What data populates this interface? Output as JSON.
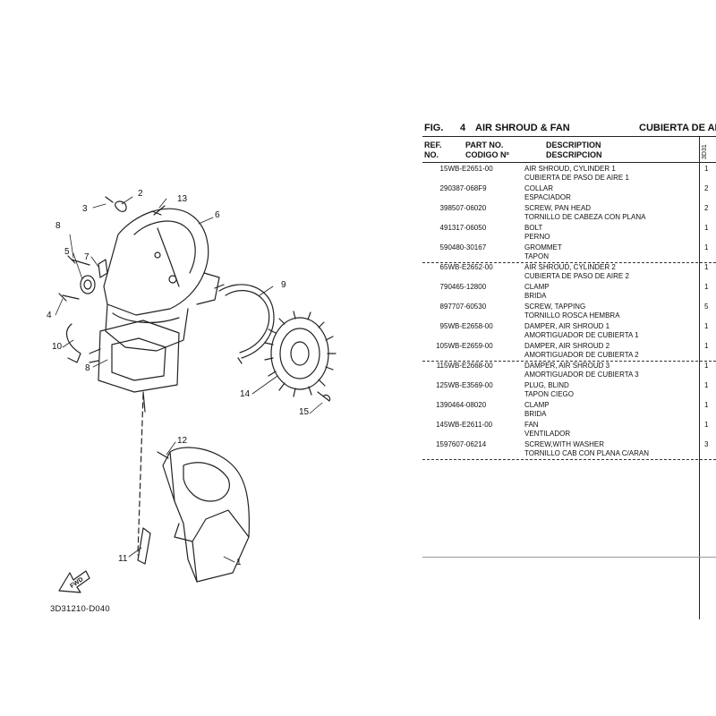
{
  "diagram": {
    "drawing_code": "3D31210-D040",
    "fwd_label": "FWD",
    "callouts": [
      "13",
      "2",
      "3",
      "6",
      "5",
      "7",
      "8",
      "9",
      "4",
      "10",
      "8",
      "14",
      "15",
      "12",
      "11",
      "1"
    ]
  },
  "figure": {
    "label": "FIG.",
    "number": "4",
    "title_en": "AIR SHROUD & FAN",
    "title_es": "CUBIERTA DE AI"
  },
  "table_header": {
    "ref_1": "REF.",
    "ref_2": "NO.",
    "part_1": "PART NO.",
    "part_2": "CODIGO Nº",
    "desc_1": "DESCRIPTION",
    "desc_2": "DESCRIPCION",
    "code": "3D31"
  },
  "parts": [
    {
      "ref": "1",
      "part_no": "5WB-E2651-00",
      "desc_en": "AIR SHROUD, CYLINDER 1",
      "desc_es": "CUBIERTA DE PASO DE AIRE 1",
      "qty": "1"
    },
    {
      "ref": "2",
      "part_no": "90387-068F9",
      "desc_en": "COLLAR",
      "desc_es": "ESPACIADOR",
      "qty": "2"
    },
    {
      "ref": "3",
      "part_no": "98507-06020",
      "desc_en": "SCREW, PAN HEAD",
      "desc_es": "TORNILLO  DE CABEZA CON PLANA",
      "qty": "2"
    },
    {
      "ref": "4",
      "part_no": "91317-06050",
      "desc_en": "BOLT",
      "desc_es": "PERNO",
      "qty": "1"
    },
    {
      "ref": "5",
      "part_no": "90480-30167",
      "desc_en": "GROMMET",
      "desc_es": "TAPON",
      "qty": "1"
    },
    {
      "ref": "6",
      "part_no": "5WB-E2652-00",
      "desc_en": "AIR SHROUD, CYLINDER 2",
      "desc_es": "CUBIERTA DE PASO DE AIRE 2",
      "qty": "1"
    },
    {
      "ref": "7",
      "part_no": "90465-12800",
      "desc_en": "CLAMP",
      "desc_es": "BRIDA",
      "qty": "1"
    },
    {
      "ref": "8",
      "part_no": "97707-60530",
      "desc_en": "SCREW, TAPPING",
      "desc_es": "TORNILLO  ROSCA HEMBRA",
      "qty": "5"
    },
    {
      "ref": "9",
      "part_no": "5WB-E2658-00",
      "desc_en": "DAMPER, AIR SHROUD 1",
      "desc_es": "AMORTIGUADOR DE CUBIERTA 1",
      "qty": "1"
    },
    {
      "ref": "10",
      "part_no": "5WB-E2659-00",
      "desc_en": "DAMPER, AIR SHROUD 2",
      "desc_es": "AMORTIGUADOR DE CUBIERTA 2",
      "qty": "1"
    },
    {
      "ref": "11",
      "part_no": "5WB-E2668-00",
      "desc_en": "DAMPER, AIR SHROUD 3",
      "desc_es": "AMORTIGUADOR DE CUBIERTA 3",
      "qty": "1"
    },
    {
      "ref": "12",
      "part_no": "5WB-E3569-00",
      "desc_en": "PLUG, BLIND",
      "desc_es": "TAPON  CIEGO",
      "qty": "1"
    },
    {
      "ref": "13",
      "part_no": "90464-08020",
      "desc_en": "CLAMP",
      "desc_es": "BRIDA",
      "qty": "1"
    },
    {
      "ref": "14",
      "part_no": "5WB-E2611-00",
      "desc_en": "FAN",
      "desc_es": "VENTILADOR",
      "qty": "1"
    },
    {
      "ref": "15",
      "part_no": "97607-06214",
      "desc_en": "SCREW,WITH WASHER",
      "desc_es": "TORNILLO CAB CON PLANA C/ARAN",
      "qty": "3"
    }
  ]
}
